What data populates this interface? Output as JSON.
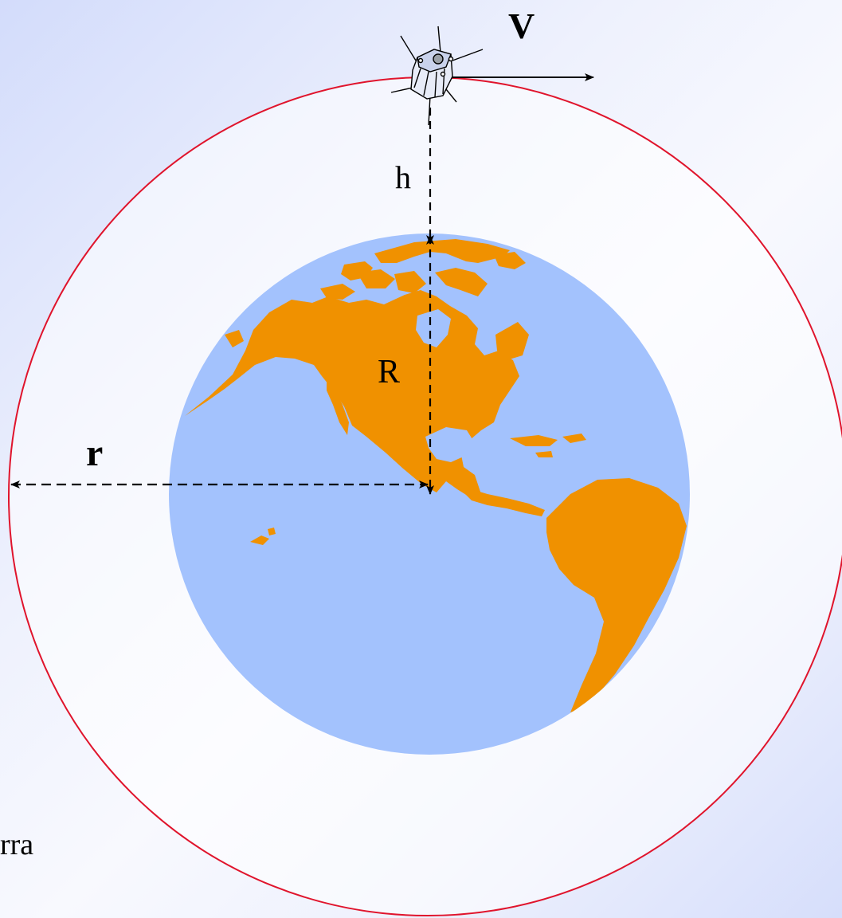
{
  "labels": {
    "velocity": "V",
    "altitude": "h",
    "earth_radius": "R",
    "orbit_radius": "r",
    "clipped_text": "rra"
  },
  "colors": {
    "orbit": "#e0142c",
    "ocean": "#a3c2fd",
    "land": "#f09100",
    "arrow": "#000000"
  },
  "icons": {
    "satellite": "satellite-icon",
    "earth": "earth-globe-icon"
  }
}
